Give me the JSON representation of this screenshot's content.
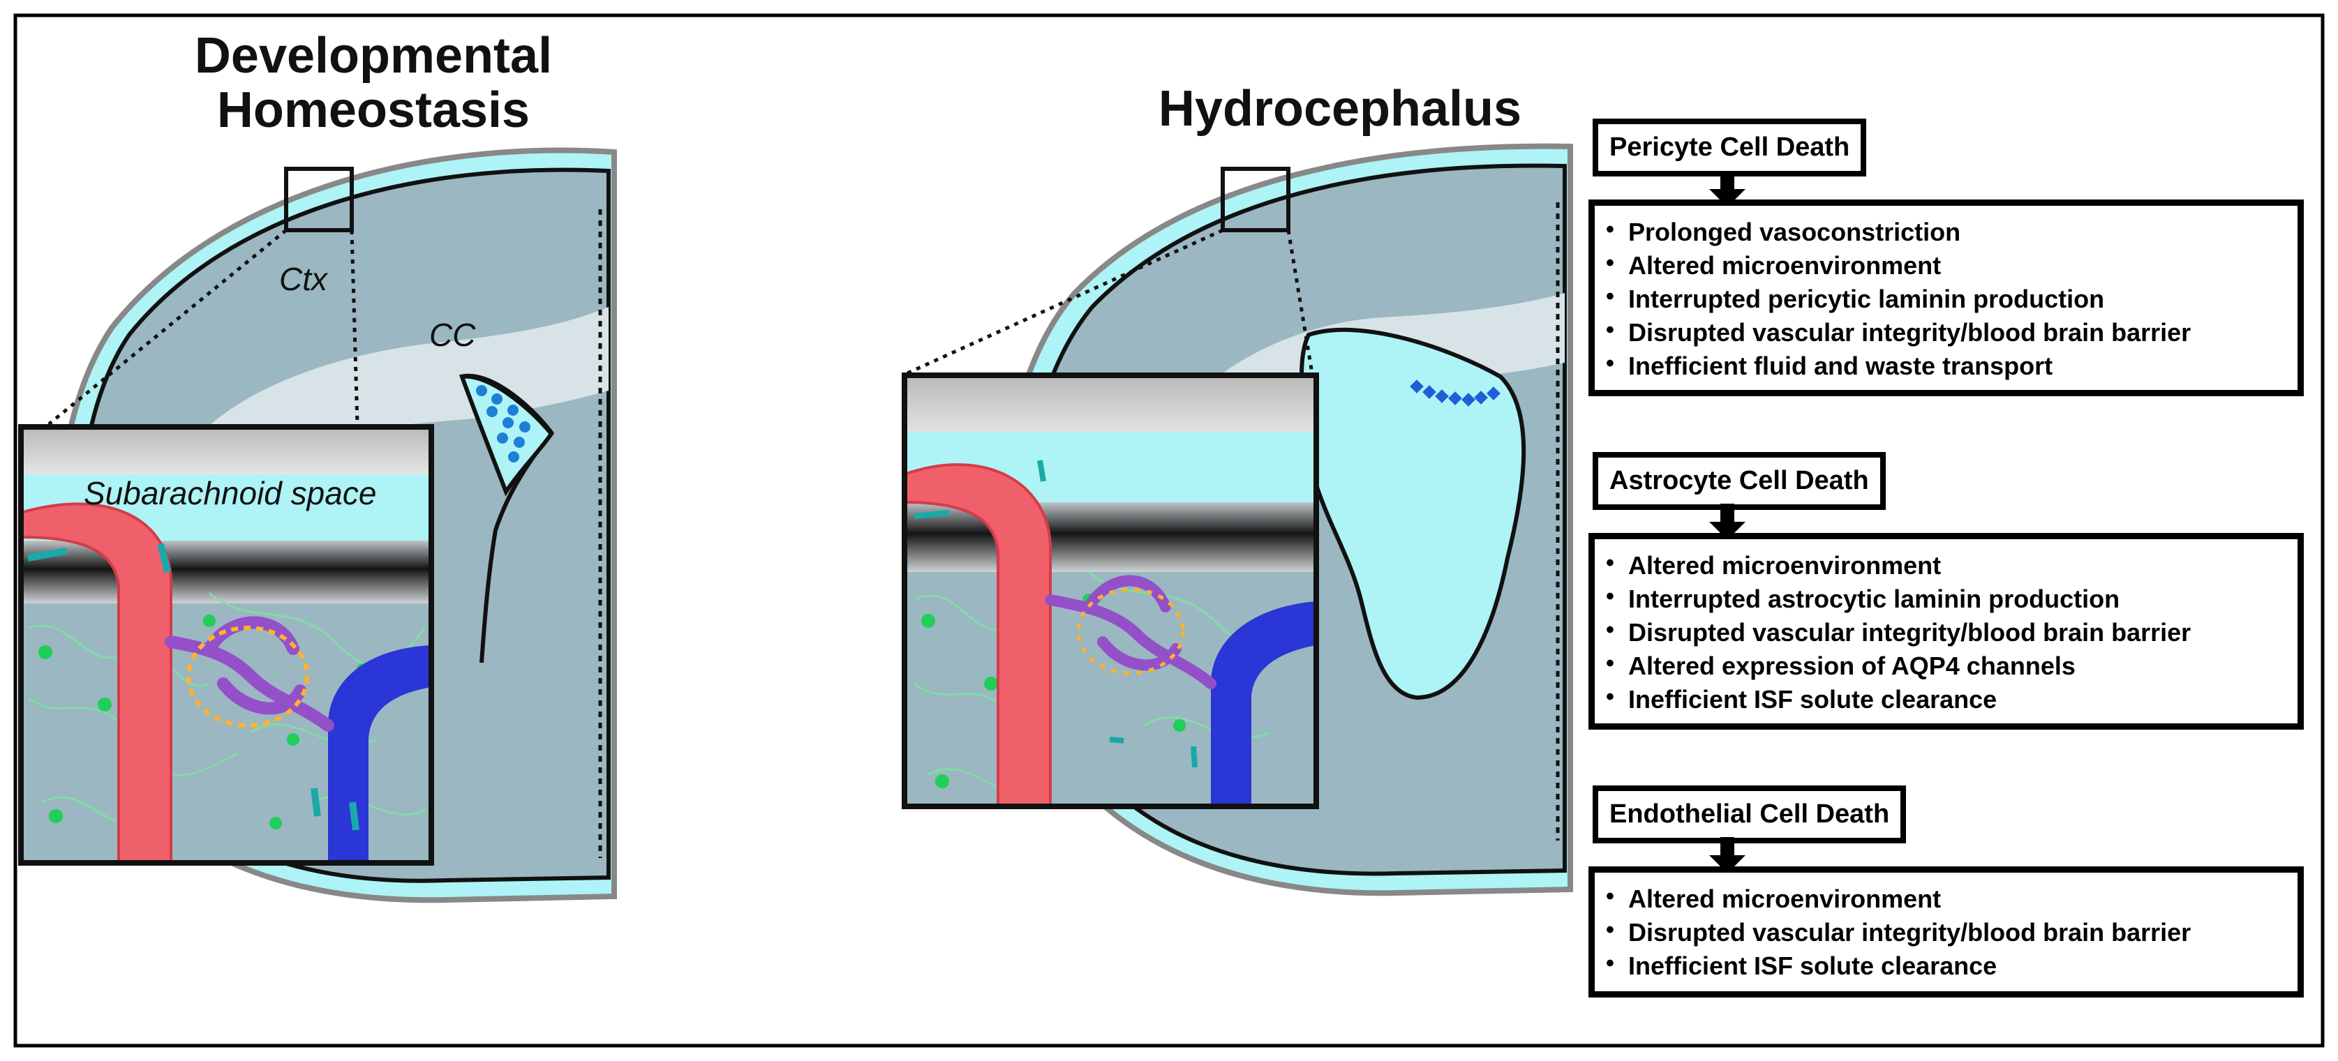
{
  "titles": {
    "left": "Developmental\nHomeostasis",
    "right": "Hydrocephalus"
  },
  "labels": {
    "ctx": "Ctx",
    "cc": "CC",
    "subarachnoid": "Subarachnoid space"
  },
  "panels": [
    {
      "header": "Pericyte Cell Death",
      "items": [
        "Prolonged vasoconstriction",
        "Altered microenvironment",
        "Interrupted pericytic laminin production",
        "Disrupted vascular integrity/blood brain barrier",
        "Inefficient fluid and waste transport"
      ]
    },
    {
      "header": "Astrocyte Cell Death",
      "items": [
        "Altered microenvironment",
        "Interrupted astrocytic laminin production",
        "Disrupted vascular integrity/blood brain barrier",
        "Altered expression of AQP4 channels",
        "Inefficient ISF solute clearance"
      ]
    },
    {
      "header": "Endothelial Cell Death",
      "items": [
        "Altered microenvironment",
        "Disrupted vascular integrity/blood brain barrier",
        "Inefficient ISF solute clearance"
      ]
    }
  ],
  "colors": {
    "brain": "#9bb7c1",
    "csf": "#aef3f6",
    "white_matter": "#d7e3e7",
    "artery": "#f0606a",
    "vein": "#2a36d6",
    "pericyte": "#9450c8",
    "astrocyte": "#7fe0a4",
    "border": "#000000"
  }
}
